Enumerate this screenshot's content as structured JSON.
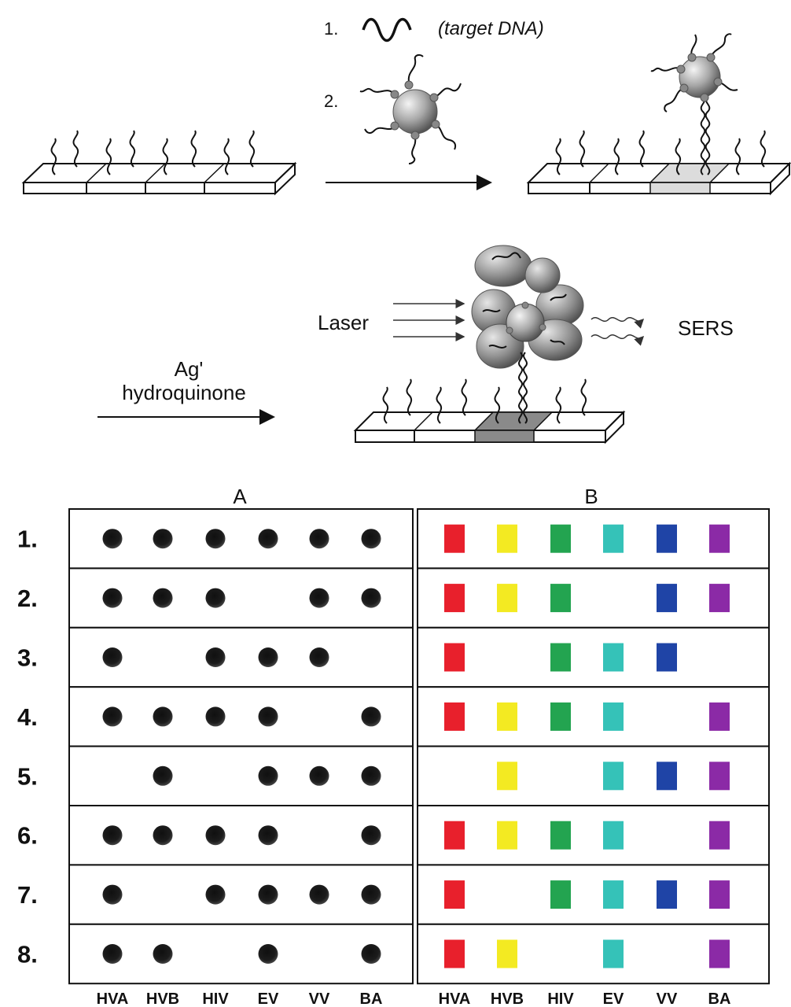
{
  "scheme": {
    "step1_number": "1.",
    "step1_text": "(target DNA)",
    "step2_number": "2.",
    "laser_label": "Laser",
    "sers_label": "SERS",
    "reagent_line1": "Ag'",
    "reagent_line2": "hydroquinone"
  },
  "panels": {
    "a_title": "A",
    "b_title": "B"
  },
  "columns": [
    "HVA",
    "HVB",
    "HIV",
    "EV",
    "VV",
    "BA"
  ],
  "rows": [
    {
      "label": "1.",
      "present": [
        1,
        1,
        1,
        1,
        1,
        1
      ]
    },
    {
      "label": "2.",
      "present": [
        1,
        1,
        1,
        0,
        1,
        1
      ]
    },
    {
      "label": "3.",
      "present": [
        1,
        0,
        1,
        1,
        1,
        0
      ]
    },
    {
      "label": "4.",
      "present": [
        1,
        1,
        1,
        1,
        0,
        1
      ]
    },
    {
      "label": "5.",
      "present": [
        0,
        1,
        0,
        1,
        1,
        1
      ]
    },
    {
      "label": "6.",
      "present": [
        1,
        1,
        1,
        1,
        0,
        1
      ]
    },
    {
      "label": "7.",
      "present": [
        1,
        0,
        1,
        1,
        1,
        1
      ]
    },
    {
      "label": "8.",
      "present": [
        1,
        1,
        0,
        1,
        0,
        1
      ]
    }
  ],
  "colors": {
    "dot": "#1c1c1c",
    "columns": [
      "#e8202c",
      "#f3ea22",
      "#23a450",
      "#35c2b8",
      "#1f44a6",
      "#8b2aa6"
    ]
  }
}
